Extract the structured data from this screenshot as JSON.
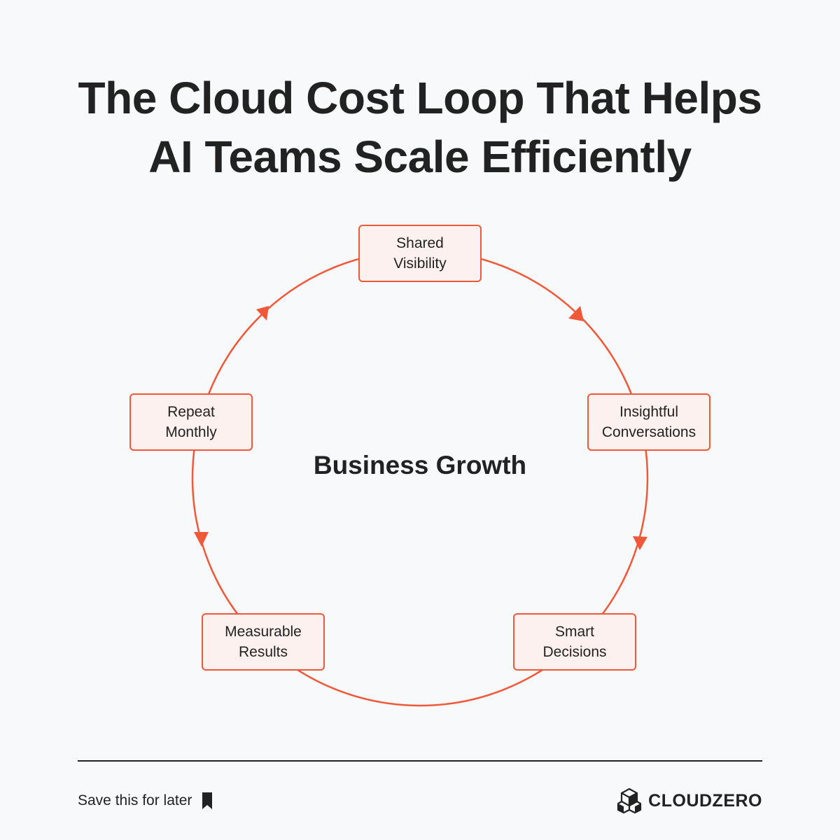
{
  "title": {
    "line1": "The Cloud Cost Loop That Helps",
    "line2": "AI Teams Scale Efficiently"
  },
  "center_label": "Business Growth",
  "nodes": [
    {
      "line1": "Shared",
      "line2": "Visibility"
    },
    {
      "line1": "Insightful",
      "line2": "Conversations"
    },
    {
      "line1": "Smart",
      "line2": "Decisions"
    },
    {
      "line1": "Measurable",
      "line2": "Results"
    },
    {
      "line1": "Repeat",
      "line2": "Monthly"
    }
  ],
  "footer": {
    "save_label": "Save this for later",
    "save_icon": "bookmark-icon",
    "brand_name": "CLOUDZERO",
    "brand_icon": "cloudzero-logo-icon"
  },
  "colors": {
    "accent": "#f0583a",
    "node_fill": "#fdf1ef",
    "background": "#f8f9fb",
    "text": "#222222"
  }
}
